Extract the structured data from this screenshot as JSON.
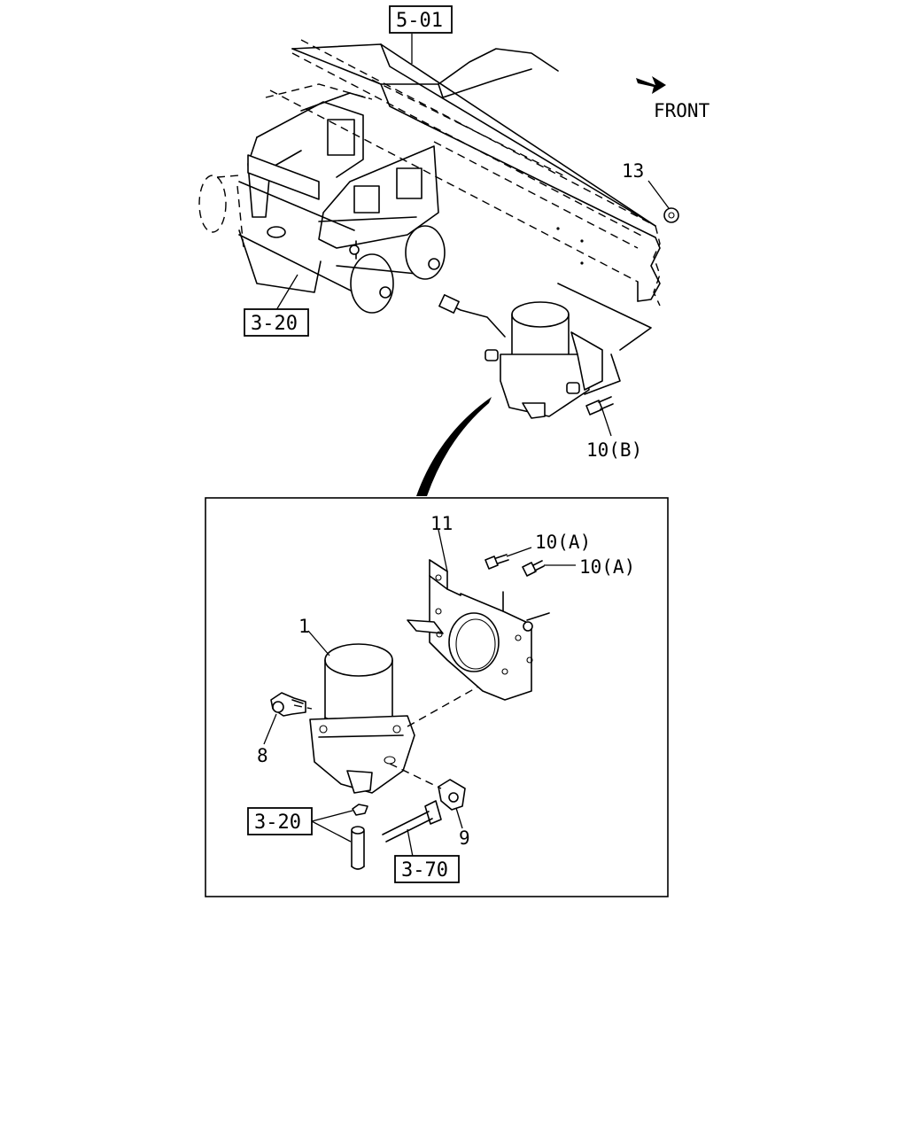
{
  "orientation": {
    "label": "FRONT",
    "icon": "front-arrow-icon"
  },
  "reference_boxes": {
    "frame": "5-01",
    "tanks": "3-20",
    "fitting": "3-20",
    "hose": "3-70"
  },
  "callouts": {
    "nut": "13",
    "bolt_lower": "10(B)",
    "bracket": "11",
    "bolt_upper_1": "10(A)",
    "bolt_upper_2": "10(A)",
    "dryer": "1",
    "elbow_left": "8",
    "elbow_right": "9"
  }
}
